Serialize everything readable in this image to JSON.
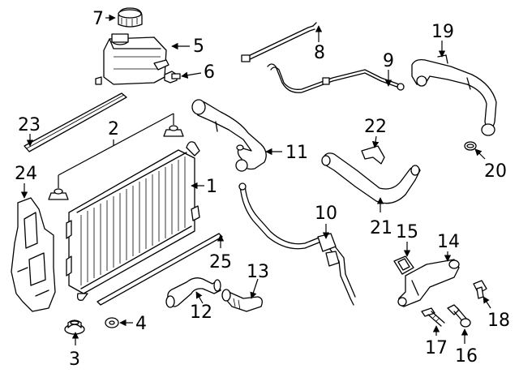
{
  "callouts": {
    "c1": "1",
    "c2": "2",
    "c3": "3",
    "c4": "4",
    "c5": "5",
    "c6": "6",
    "c7": "7",
    "c8": "8",
    "c9": "9",
    "c10": "10",
    "c11": "11",
    "c12": "12",
    "c13": "13",
    "c14": "14",
    "c15": "15",
    "c16": "16",
    "c17": "17",
    "c18": "18",
    "c19": "19",
    "c20": "20",
    "c21": "21",
    "c22": "22",
    "c23": "23",
    "c24": "24",
    "c25": "25"
  },
  "colors": {
    "line": "#000000",
    "background": "#ffffff"
  }
}
